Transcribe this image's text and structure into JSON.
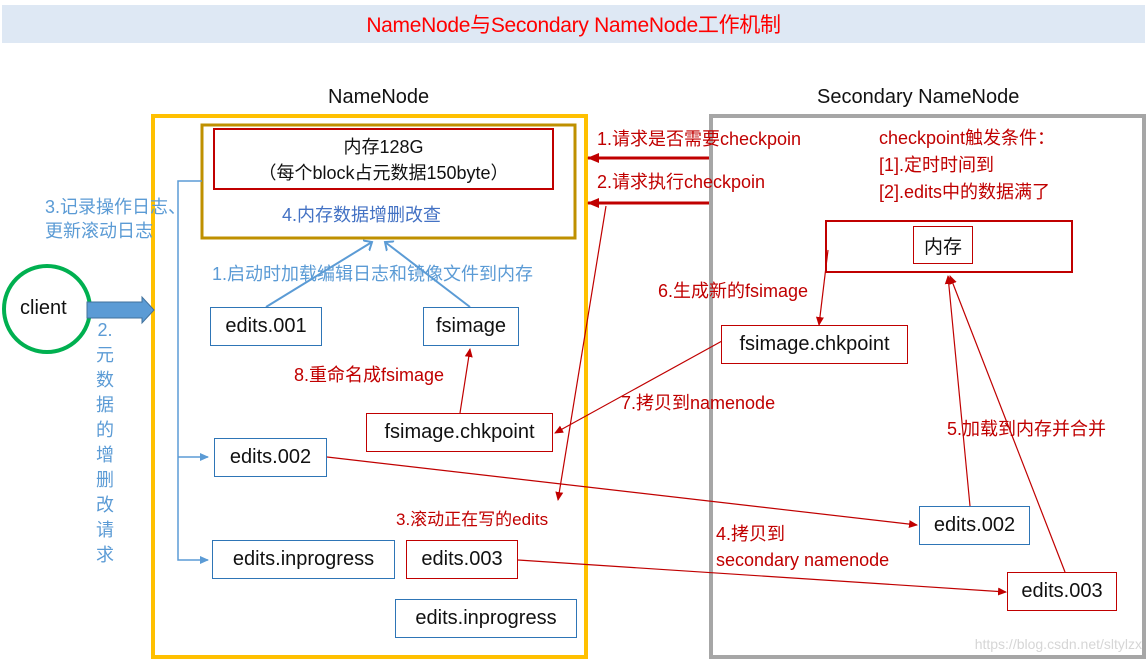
{
  "title": "NameNode与Secondary NameNode工作机制",
  "colors": {
    "title_bg": "#dee8f4",
    "title_text": "#ff0000",
    "namenode_frame": "#ffc000",
    "memory_frame": "#bf9000",
    "secondary_frame": "#a6a6a6",
    "red": "#c00000",
    "blue": "#5b9bd5",
    "client_circle": "#00b050"
  },
  "namenode": {
    "label": "NameNode",
    "memory_line1": "内存128G",
    "memory_line2": "（每个block占元数据150byte）",
    "memory_ops": "4.内存数据增删改查",
    "load_label": "1.启动时加载编辑日志和镜像文件到内存",
    "edits_001": "edits.001",
    "fsimage": "fsimage",
    "rename_label": "8.重命名成fsimage",
    "fsimage_chkpoint": "fsimage.chkpoint",
    "edits_002": "edits.002",
    "roll_label": "3.滚动正在写的edits",
    "edits_inprogress": "edits.inprogress",
    "edits_003": "edits.003",
    "edits_inprogress_new": "edits.inprogress"
  },
  "client": {
    "label": "client",
    "log_label_line1": "3.记录操作日志、",
    "log_label_line2": "更新滚动日志",
    "request_label": [
      "2.",
      "元",
      "数",
      "据",
      "的",
      "增",
      "删",
      "改",
      "请",
      "求"
    ]
  },
  "requests": {
    "step1": "1.请求是否需要checkpoin",
    "step2": "2.请求执行checkpoin"
  },
  "secondary": {
    "label": "Secondary NameNode",
    "trigger_title": "checkpoint触发条件：",
    "trigger_1": "[1].定时时间到",
    "trigger_2": "[2].edits中的数据满了",
    "memory": "内存",
    "gen_label": "6.生成新的fsimage",
    "fsimage_chkpoint": "fsimage.chkpoint",
    "copy_back_label": "7.拷贝到namenode",
    "merge_label": "5.加载到内存并合并",
    "copy_label_line1": "4.拷贝到",
    "copy_label_line2": "secondary  namenode",
    "edits_002": "edits.002",
    "edits_003": "edits.003"
  },
  "watermark": "https://blog.csdn.net/sltylzx"
}
